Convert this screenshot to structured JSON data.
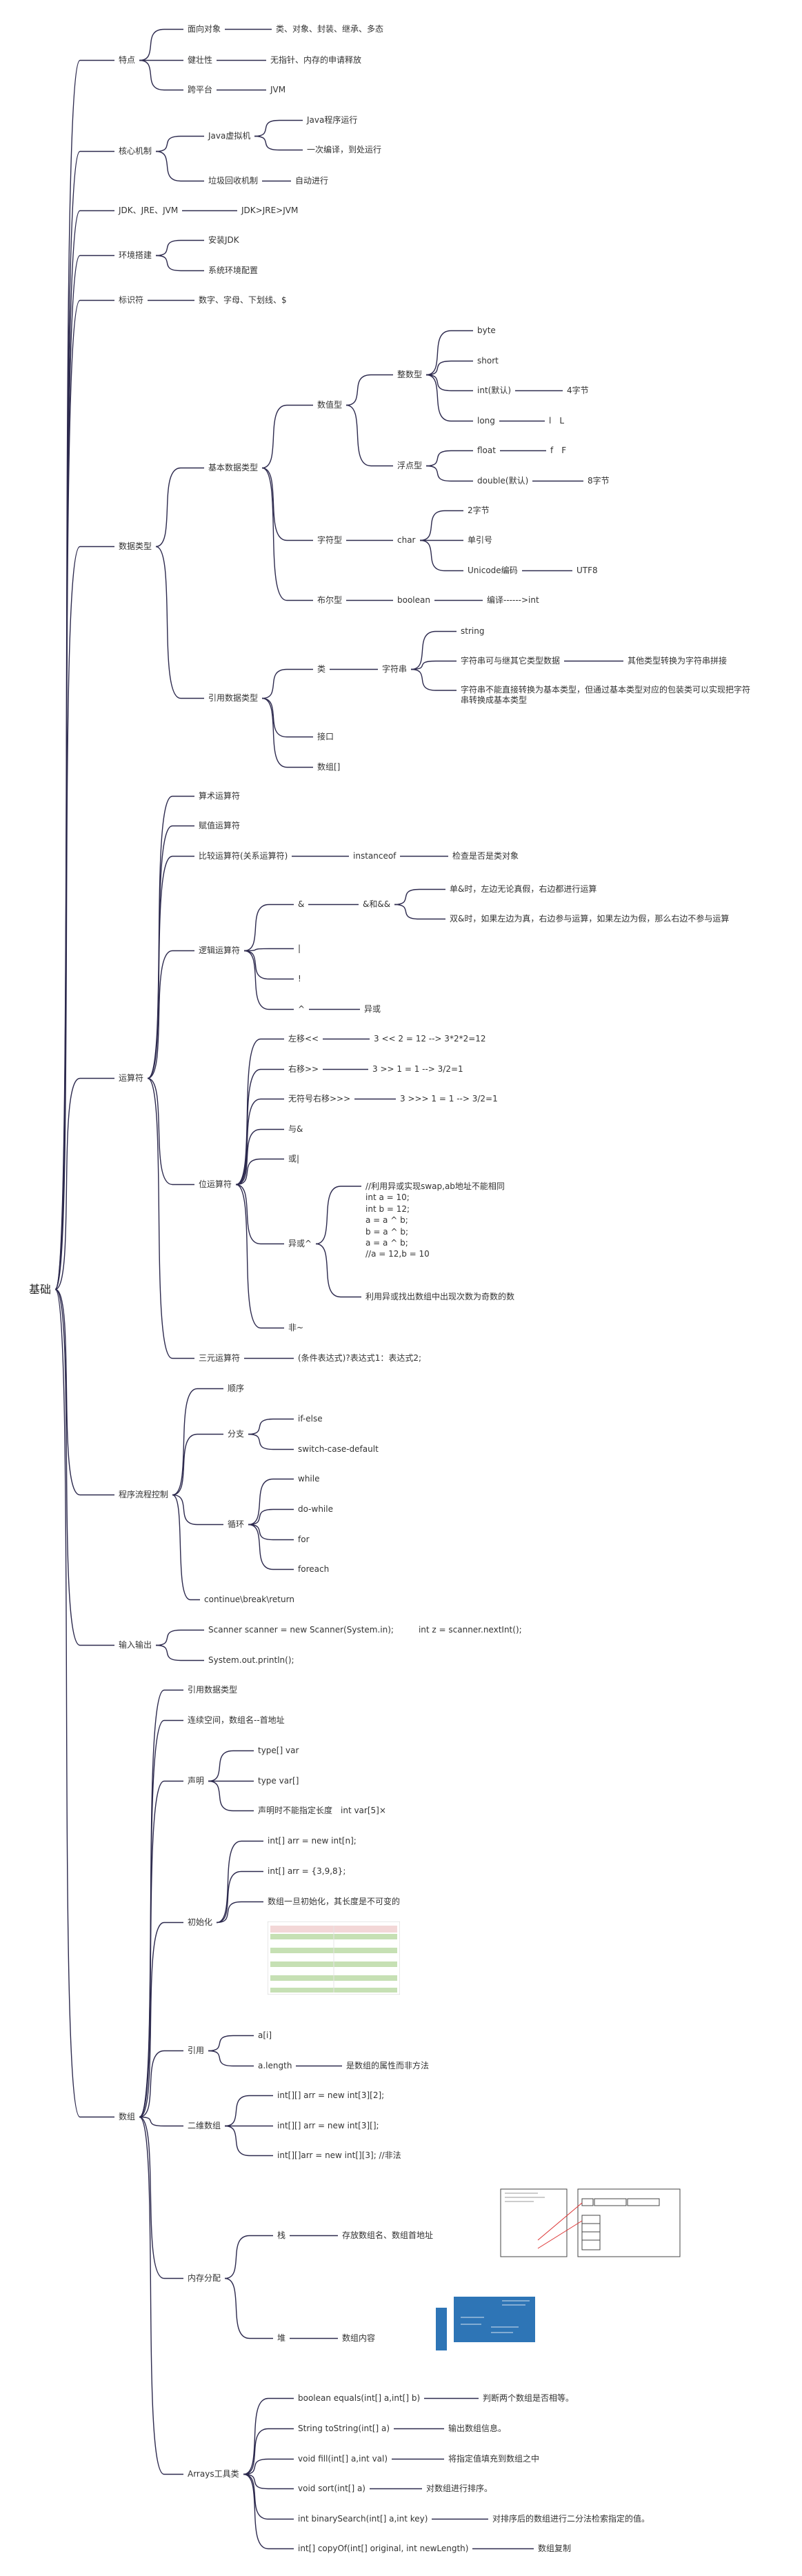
{
  "mindmap": {
    "root": "基础",
    "n1": "特点",
    "n1_1": "面向对象",
    "n1_1a": "类、对象、封装、继承、多态",
    "n1_2": "健壮性",
    "n1_2a": "无指针、内存的申请释放",
    "n1_3": "跨平台",
    "n1_3a": "JVM",
    "n2": "核心机制",
    "n2_1": "Java虚拟机",
    "n2_1a": "Java程序运行",
    "n2_1b": "一次编译，到处运行",
    "n2_2": "垃圾回收机制",
    "n2_2a": "自动进行",
    "n3": "JDK、JRE、JVM",
    "n3a": "JDK>JRE>JVM",
    "n4": "环境搭建",
    "n4_1": "安装JDK",
    "n4_2": "系统环境配置",
    "n5": "标识符",
    "n5a": "数字、字母、下划线、$",
    "n6": "数据类型",
    "n6_1": "基本数据类型",
    "n6_1_1": "数值型",
    "n6_1_1_1": "整数型",
    "t_byte": "byte",
    "t_short": "short",
    "t_int": "int(默认)",
    "t_int_a": "4字节",
    "t_long": "long",
    "t_long_a": "l　L",
    "n6_1_1_2": "浮点型",
    "t_float": "float",
    "t_float_a": "f　F",
    "t_double": "double(默认)",
    "t_double_a": "8字节",
    "n6_1_2": "字符型",
    "t_char": "char",
    "c1": "2字节",
    "c2": "单引号",
    "c3": "Unicode编码",
    "c3a": "UTF8",
    "n6_1_3": "布尔型",
    "t_boolean": "boolean",
    "t_boolean_a": "编译------>int",
    "n6_2": "引用数据类型",
    "r_class": "类",
    "r_string_type": "字符串",
    "s1": "string",
    "s2": "字符串可与继其它类型数据",
    "s2a": "其他类型转换为字符串拼接",
    "s3": "字符串不能直接转换为基本类型，但通过基本类型对应的包装类可以实现把字符串转换成基本类型",
    "r_interface": "接口",
    "r_array": "数组[]",
    "n7": "运算符",
    "o1": "算术运算符",
    "o2": "赋值运算符",
    "o3": "比较运算符(关系运算符)",
    "o3a": "instanceof",
    "o3b": "检查是否是类对象",
    "o4": "逻辑运算符",
    "l_amp": "&",
    "l_amp_a": "&和&&",
    "l_amp_a1": "单&时，左边无论真假，右边都进行运算",
    "l_amp_a2": "双&时，如果左边为真，右边参与运算，如果左边为假，那么右边不参与运算",
    "l_or": "|",
    "l_not": "!",
    "l_xor": "^",
    "l_xor_a": "异或",
    "o5": "位运算符",
    "b_left": "左移<<",
    "b_left_a": "3 << 2 = 12 --> 3*2*2=12",
    "b_right": "右移>>",
    "b_right_a": "3 >> 1 = 1 --> 3/2=1",
    "b_uright": "无符号右移>>>",
    "b_uright_a": "3 >>> 1 = 1 --> 3/2=1",
    "b_and": "与&",
    "b_or": "或|",
    "b_xor": "异或^",
    "b_xor_a": "//利用异或实现swap,ab地址不能相同\nint a = 10;\nint b = 12;\na = a ^ b;\nb = a ^ b;\na = a ^ b;\n//a = 12,b = 10",
    "b_xor_b": "利用异或找出数组中出现次数为奇数的数",
    "b_not": "非~",
    "o6": "三元运算符",
    "o6a": "(条件表达式)?表达式1：表达式2;",
    "n8": "程序流程控制",
    "f1": "顺序",
    "f2": "分支",
    "f2a": "if-else",
    "f2b": "switch-case-default",
    "f3": "循环",
    "f3a": "while",
    "f3b": "do-while",
    "f3c": "for",
    "f3d": "foreach",
    "f4": "continue\\break\\return",
    "n9": "输入输出",
    "io1": "Scanner scanner = new Scanner(System.in);　　　int z = scanner.nextInt();",
    "io2": "System.out.println();",
    "n10": "数组",
    "a1": "引用数据类型",
    "a2": "连续空间，数组名--首地址",
    "a3": "声明",
    "a3a": "type[] var",
    "a3b": "type var[]",
    "a3c": "声明时不能指定长度　int var[5]×",
    "a4": "初始化",
    "a4a": "int[] arr = new int[n];",
    "a4b": "int[] arr = {3,9,8};",
    "a4c": "数组一旦初始化，其长度是不可变的",
    "a5": "引用",
    "a5a": "a[i]",
    "a5b": "a.length",
    "a5c": "是数组的属性而非方法",
    "a6": "二维数组",
    "a6a": "int[][] arr = new int[3][2];",
    "a6b": "int[][] arr = new int[3][];",
    "a6c": "int[][]arr = new int[][3]; //非法",
    "a7": "内存分配",
    "a7a": "栈",
    "a7a1": "存放数组名、数组首地址",
    "a7b": "堆",
    "a7b1": "数组内容",
    "a8": "Arrays工具类",
    "u1": "boolean equals(int[] a,int[] b)",
    "u1a": "判断两个数组是否相等。",
    "u2": "String toString(int[] a)",
    "u2a": "输出数组信息。",
    "u3": "void fill(int[] a,int val)",
    "u3a": "将指定值填充到数组之中",
    "u4": "void sort(int[] a)",
    "u4a": "对数组进行排序。",
    "u5": "int binarySearch(int[] a,int key)",
    "u5a": "对排序后的数组进行二分法检索指定的值。",
    "u6": "int[] copyOf(int[] original, int newLength)",
    "u6a": "数组复制"
  },
  "colors": {
    "line": "#2d2a4e",
    "text": "#333333",
    "thumb_green": "#c6e0b4",
    "thumb_blue": "#2e75b6"
  }
}
